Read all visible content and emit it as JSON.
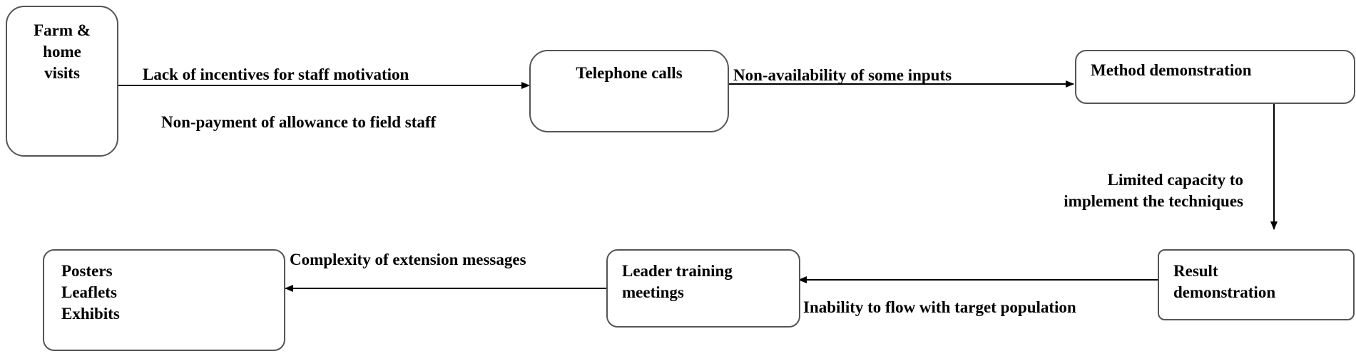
{
  "nodes": {
    "farm_home_visits": {
      "lines": [
        "Farm &",
        "home",
        "visits"
      ]
    },
    "telephone_calls": {
      "lines": [
        "Telephone calls"
      ]
    },
    "method_demonstration": {
      "lines": [
        "Method demonstration"
      ]
    },
    "result_demonstration": {
      "lines": [
        "Result",
        "demonstration"
      ]
    },
    "leader_training_meetings": {
      "lines": [
        "Leader training",
        "meetings"
      ]
    },
    "posters_leaflets_exhibits": {
      "lines": [
        "Posters",
        "Leaflets",
        "Exhibits"
      ]
    }
  },
  "edges": {
    "farm_to_telephone": {
      "labels": [
        "Lack of incentives for staff motivation",
        "Non-payment of allowance to field staff"
      ]
    },
    "telephone_to_method": {
      "labels": [
        "Non-availability of some inputs"
      ]
    },
    "method_to_result": {
      "labels": [
        "Limited capacity to",
        "implement the techniques"
      ]
    },
    "result_to_leader": {
      "labels": [
        "Inability to flow with target population"
      ]
    },
    "leader_to_posters": {
      "labels": [
        "Complexity of extension messages"
      ]
    }
  }
}
